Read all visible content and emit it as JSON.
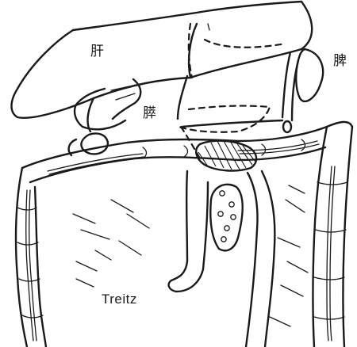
{
  "labels": {
    "liver": "肝",
    "gallbladder": "膵",
    "spleen": "脾",
    "ligament": "Treitz"
  }
}
